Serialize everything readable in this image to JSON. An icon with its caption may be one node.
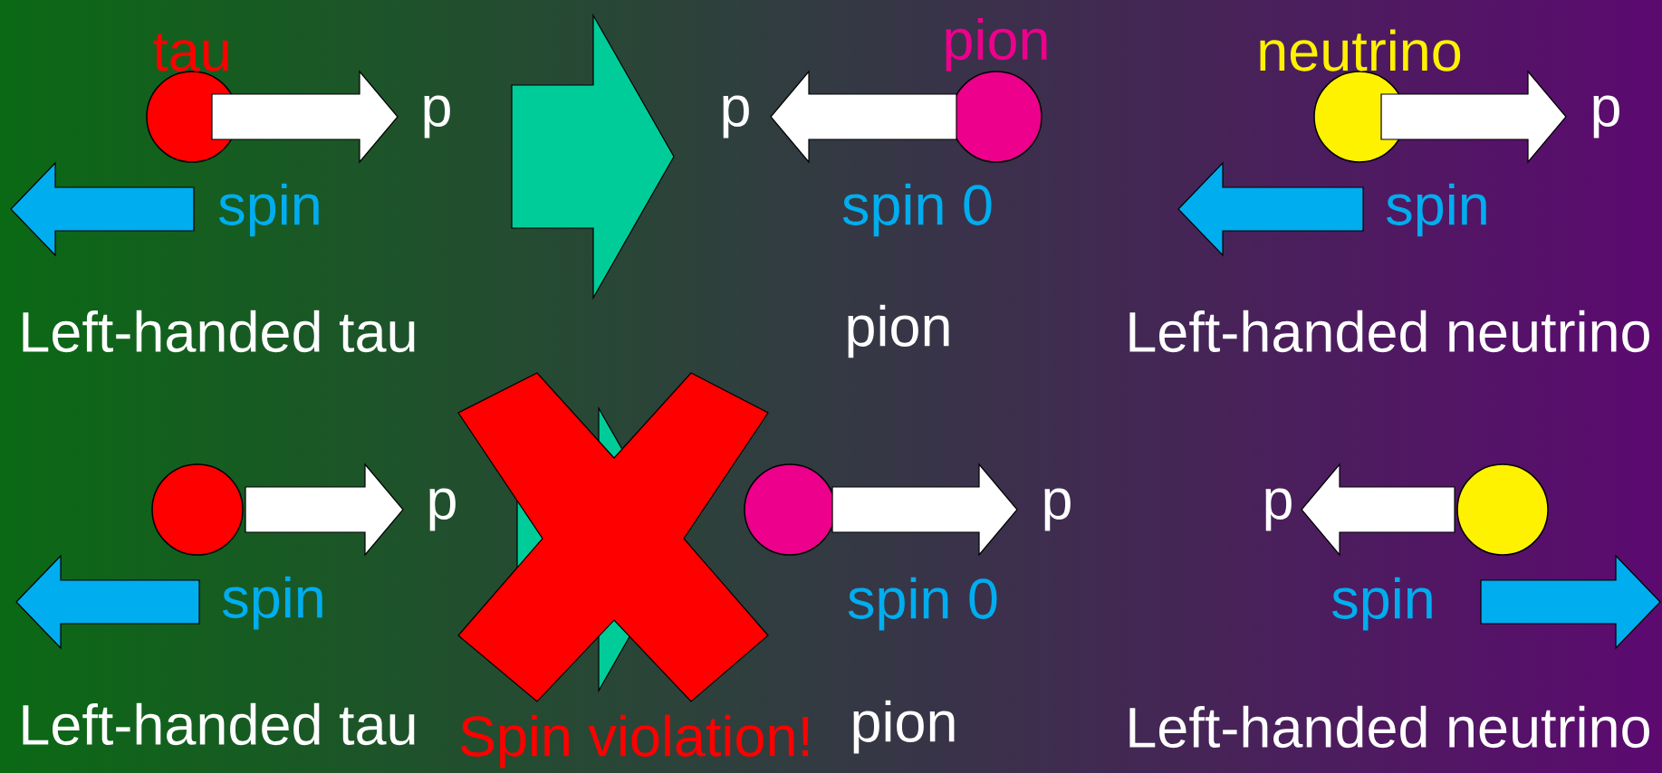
{
  "diagram": {
    "nodes": [
      {
        "text": [
          "tau"
        ],
        "beside": [
          "Left-handed tau"
        ]
      },
      {
        "text": [
          "pion"
        ],
        "beside": [
          "pion"
        ]
      },
      {
        "text": [
          "neutrino"
        ],
        "beside": [
          "Left-handed neutrino"
        ]
      },
      {
        "text": [],
        "shape": "circle",
        "beside": [
          "Left-handed tau"
        ]
      },
      {
        "text": [],
        "shape": "circle",
        "beside": [
          "pion"
        ]
      },
      {
        "text": [],
        "shape": "circle",
        "beside": [
          "Left-handed neutrino"
        ]
      }
    ],
    "labels": [
      "p",
      "spin",
      "p",
      "spin 0",
      "p",
      "spin",
      "p",
      "spin",
      "Spin violation!",
      "p",
      "spin 0",
      "p",
      "spin"
    ]
  }
}
